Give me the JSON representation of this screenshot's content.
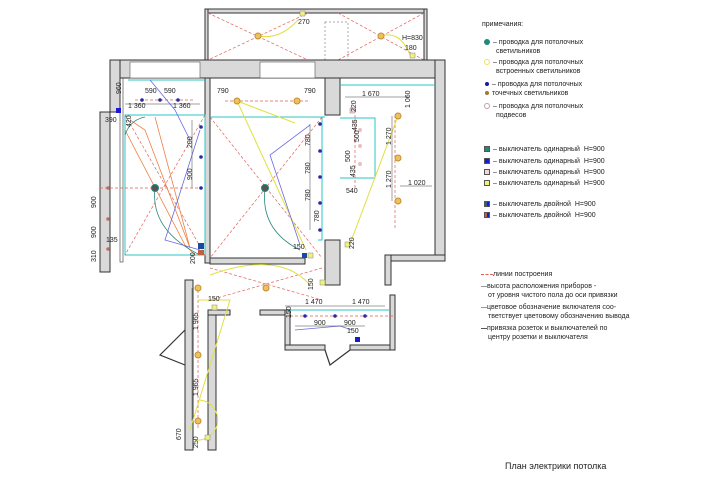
{
  "legend": {
    "heading": "примечания:",
    "wiring": [
      {
        "icon": "teal-dot-icon",
        "color": "#1e8a78",
        "text": "– проводка для потолочных",
        "text2": "светильников"
      },
      {
        "icon": "yellow-ring-icon",
        "color": "#f0e060",
        "text": "– проводка для потолочных",
        "text2": "встроенных светильников"
      },
      {
        "icon": "blue-dot-icon",
        "color": "#1a1aa0",
        "text": "– проводка для потолочных",
        "text2": "точечных светильников",
        "color2": "#a07830"
      },
      {
        "icon": "pink-ring-icon",
        "color": "#e0b0b0",
        "text": "– проводка для потолочных",
        "text2": "подвесов"
      }
    ],
    "switches": [
      {
        "color": "#1e8a78",
        "text": "– выключатель одинарный",
        "h": "H=900"
      },
      {
        "color": "#1a1ad0",
        "text": "– выключатель одинарный",
        "h": "H=900"
      },
      {
        "color": "#f4d8d8",
        "text": "– выключатель одинарный",
        "h": "H=900"
      },
      {
        "color": "#f0f080",
        "text": "– выключатель одинарный",
        "h": "H=900"
      },
      {
        "color": "#1a4aa0",
        "text": "– выключатель двойной",
        "h": "H=900"
      },
      {
        "color": "#c06040",
        "text": "– выключатель двойной",
        "h": "H=900"
      }
    ],
    "notes": [
      {
        "text": "линии построения",
        "text2": ""
      },
      {
        "text": "высота расположения приборов -",
        "text2": "от уровня чистого пола до оси привязки"
      },
      {
        "text": "цветовое обозначение включателя соо-",
        "text2": "тветствует цветовому обозначению вывода"
      },
      {
        "text": "привязка розеток и выключателей по",
        "text2": "центру розетки и выключателя"
      }
    ]
  },
  "dims": [
    "270",
    "H=830",
    "180",
    "960",
    "590",
    "590",
    "1 360",
    "1 360",
    "790",
    "790",
    "1 670",
    "1 060",
    "220",
    "390",
    "420",
    "200",
    "900",
    "435",
    "500",
    "500",
    "435",
    "1 270",
    "1 270",
    "1 020",
    "540",
    "780",
    "780",
    "780",
    "780",
    "900",
    "900",
    "135",
    "310",
    "200",
    "150",
    "220",
    "150",
    "150",
    "1 470",
    "1 470",
    "150",
    "900",
    "900",
    "150",
    "1 965",
    "1 965",
    "670",
    "250"
  ],
  "title": "План электрики потолка"
}
